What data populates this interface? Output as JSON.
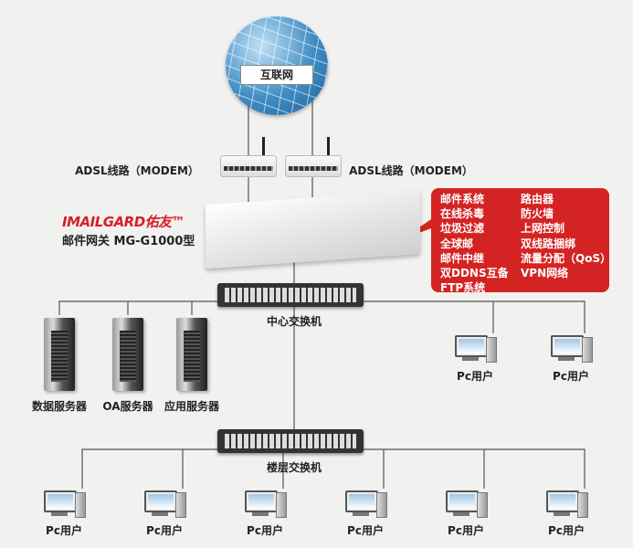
{
  "internet_label": "互联网",
  "modem_label_left": "ADSL线路（MODEM）",
  "modem_label_right": "ADSL线路（MODEM）",
  "brand_logo": "IMAILGARD佑友™",
  "gateway_model": "邮件网关 MG-G1000型",
  "features_left": [
    "邮件系统",
    "在线杀毒",
    "垃圾过滤",
    "全球邮",
    "邮件中继",
    "双DDNS互备",
    "FTP系统"
  ],
  "features_right": [
    "路由器",
    "防火墙",
    "上网控制",
    "双线路捆绑",
    "流量分配（QoS）",
    "VPN网络"
  ],
  "core_switch_label": "中心交换机",
  "floor_switch_label": "楼层交换机",
  "servers": [
    "数据服务器",
    "OA服务器",
    "应用服务器"
  ],
  "pc_label": "Pc用户",
  "colors": {
    "callout": "#d42323",
    "brand": "#d71f26"
  }
}
